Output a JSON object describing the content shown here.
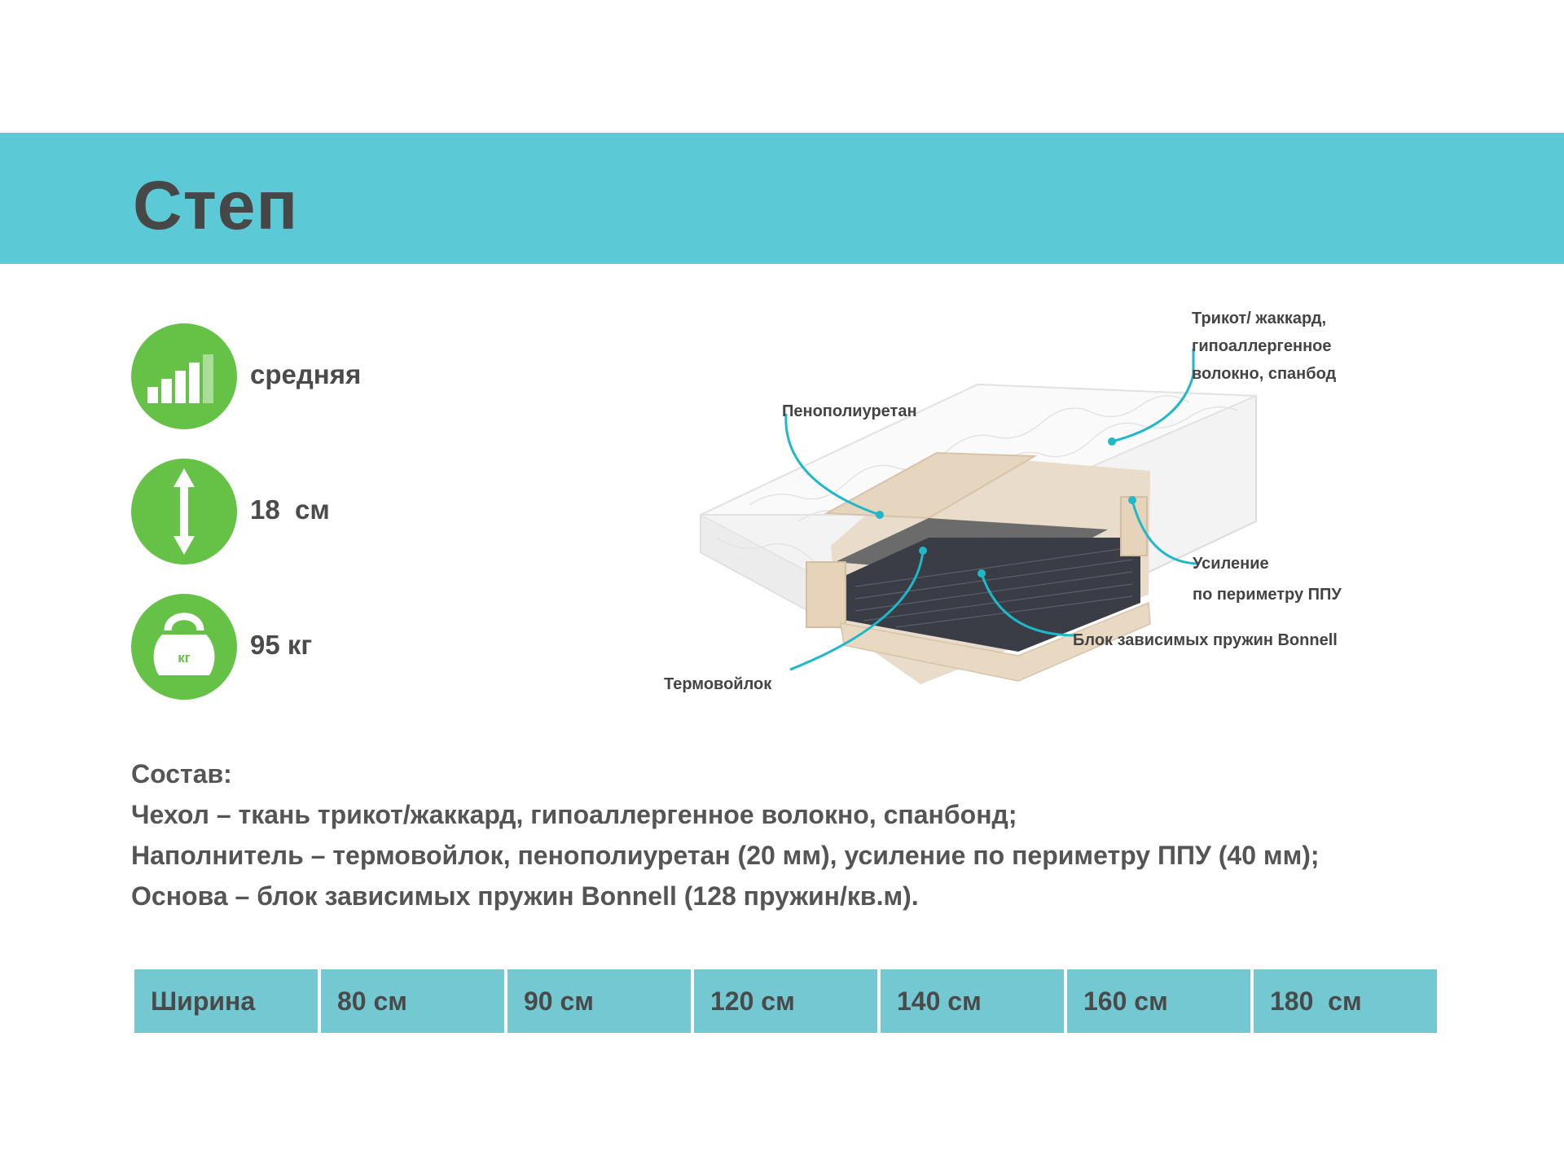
{
  "product": {
    "title": "Степ"
  },
  "specs": [
    {
      "icon": "firmness-bars-icon",
      "label": "средняя"
    },
    {
      "icon": "height-arrow-icon",
      "label": "18  см"
    },
    {
      "icon": "kettlebell-icon",
      "label": "95 кг",
      "icon_text": "кг"
    }
  ],
  "diagram": {
    "callouts": {
      "cover": [
        "Трикот/ жаккард,",
        "гипоаллергенное",
        "волокно, спанбод"
      ],
      "foam": "Пенополиуретан",
      "perimeter": [
        "Усиление",
        "по периметру ППУ"
      ],
      "springs": "Блок зависимых пружин Bonnell",
      "felt": "Термовойлок"
    }
  },
  "composition": {
    "heading": "Состав:",
    "lines": [
      "Чехол – ткань трикот/жаккард, гипоаллергенное волокно, спанбонд;",
      "Наполнитель – термовойлок, пенополиуретан (20 мм), усиление по периметру ППУ (40 мм);",
      "Основа – блок зависимых пружин Bonnell (128 пружин/кв.м)."
    ]
  },
  "sizes": {
    "header": "Ширина",
    "values": [
      "80 см",
      "90 см",
      "120 см",
      "140 см",
      "160 см",
      "180  см"
    ]
  },
  "colors": {
    "banner": "#5ccad6",
    "icon_green": "#66c247",
    "table_cell": "#73c8d1",
    "callout_line": "#1fb8c8"
  }
}
